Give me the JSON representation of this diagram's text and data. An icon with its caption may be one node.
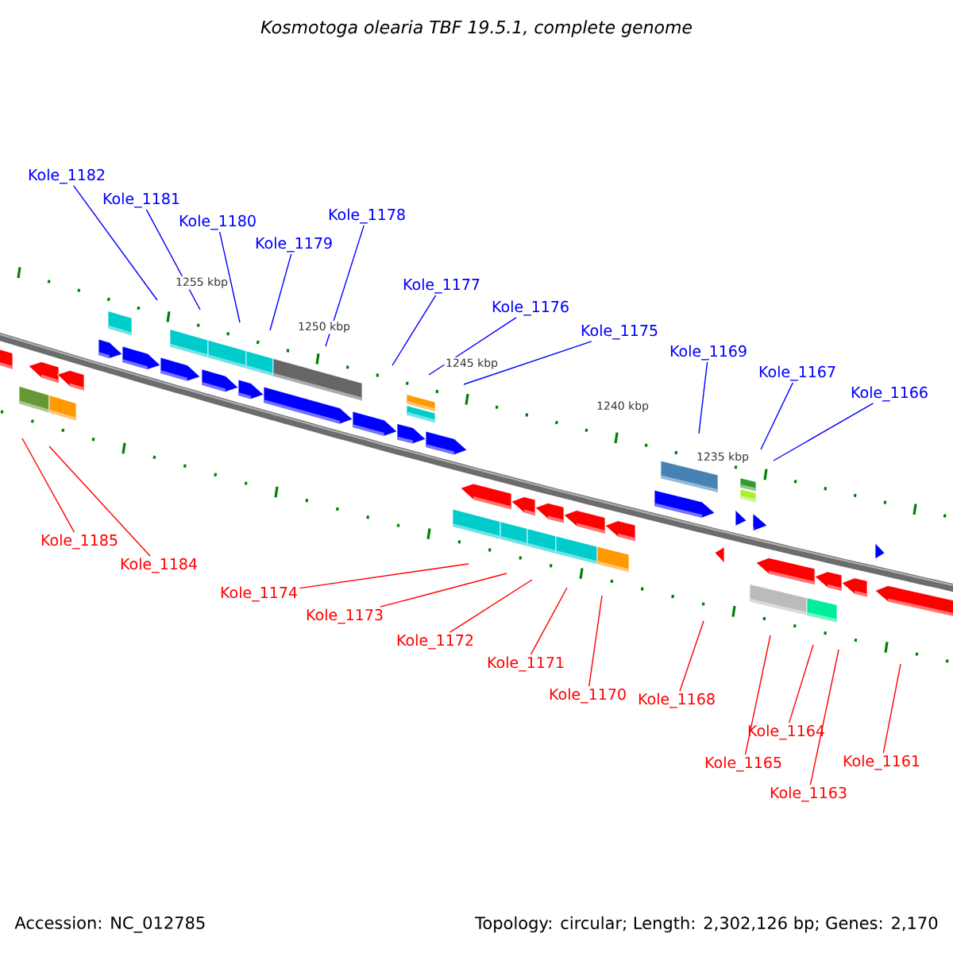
{
  "diagram": {
    "title": "Kosmotoga olearia TBF 19.5.1, complete genome",
    "nodes": [
      {
        "text": [
          "Kole_1182"
        ]
      },
      {
        "text": [
          "Kole_1181"
        ]
      },
      {
        "text": [
          "Kole_1180"
        ]
      },
      {
        "text": [
          "Kole_1179"
        ]
      },
      {
        "text": [
          "Kole_1178"
        ]
      },
      {
        "text": [
          "Kole_1177"
        ]
      },
      {
        "text": [
          "Kole_1176"
        ]
      },
      {
        "text": [
          "Kole_1175"
        ]
      },
      {
        "text": [
          "Kole_1169"
        ]
      },
      {
        "text": [
          "Kole_1167"
        ]
      },
      {
        "text": [
          "Kole_1166"
        ]
      },
      {
        "text": [
          "Kole_1185"
        ]
      },
      {
        "text": [
          "Kole_1184"
        ]
      },
      {
        "text": [
          "Kole_1174"
        ]
      },
      {
        "text": [
          "Kole_1173"
        ]
      },
      {
        "text": [
          "Kole_1172"
        ]
      },
      {
        "text": [
          "Kole_1171"
        ]
      },
      {
        "text": [
          "Kole_1170"
        ]
      },
      {
        "text": [
          "Kole_1168"
        ]
      },
      {
        "text": [
          "Kole_1165"
        ]
      },
      {
        "text": [
          "Kole_1164"
        ]
      },
      {
        "text": [
          "Kole_1163"
        ]
      },
      {
        "text": [
          "Kole_1161"
        ]
      }
    ],
    "edges": [
      {
        "from": 0,
        "to": null,
        "arrow": "none",
        "color": "#0000ff"
      },
      {
        "from": 1,
        "to": null,
        "arrow": "none",
        "color": "#0000ff"
      },
      {
        "from": 2,
        "to": null,
        "arrow": "none",
        "color": "#0000ff"
      },
      {
        "from": 3,
        "to": null,
        "arrow": "none",
        "color": "#0000ff"
      },
      {
        "from": 4,
        "to": null,
        "arrow": "none",
        "color": "#0000ff"
      },
      {
        "from": 5,
        "to": null,
        "arrow": "none",
        "color": "#0000ff"
      },
      {
        "from": 6,
        "to": null,
        "arrow": "none",
        "color": "#0000ff"
      },
      {
        "from": 7,
        "to": null,
        "arrow": "none",
        "color": "#0000ff"
      },
      {
        "from": 8,
        "to": null,
        "arrow": "none",
        "color": "#0000ff"
      },
      {
        "from": 9,
        "to": null,
        "arrow": "none",
        "color": "#0000ff"
      },
      {
        "from": 10,
        "to": null,
        "arrow": "none",
        "color": "#0000ff"
      },
      {
        "from": 11,
        "to": null,
        "arrow": "none"
      },
      {
        "from": 12,
        "to": null,
        "arrow": "none"
      },
      {
        "from": 13,
        "to": null,
        "arrow": "none"
      },
      {
        "from": 14,
        "to": null,
        "arrow": "none"
      },
      {
        "from": 15,
        "to": null,
        "arrow": "none"
      },
      {
        "from": 16,
        "to": null,
        "arrow": "none"
      },
      {
        "from": 17,
        "to": null,
        "arrow": "none"
      },
      {
        "from": 18,
        "to": null,
        "arrow": "none"
      },
      {
        "from": 19,
        "to": null,
        "arrow": "none"
      },
      {
        "from": 20,
        "to": null,
        "arrow": "none"
      },
      {
        "from": 21,
        "to": null,
        "arrow": "none"
      },
      {
        "from": 22,
        "to": null,
        "arrow": "none"
      }
    ],
    "labels": [
      "1255 kbp",
      "1250 kbp",
      "1245 kbp",
      "1240 kbp",
      "1235 kbp",
      "Accession: NC_012785",
      "Topology: circular; Length: 2,302,126 bp; Genes: 2,170"
    ]
  }
}
